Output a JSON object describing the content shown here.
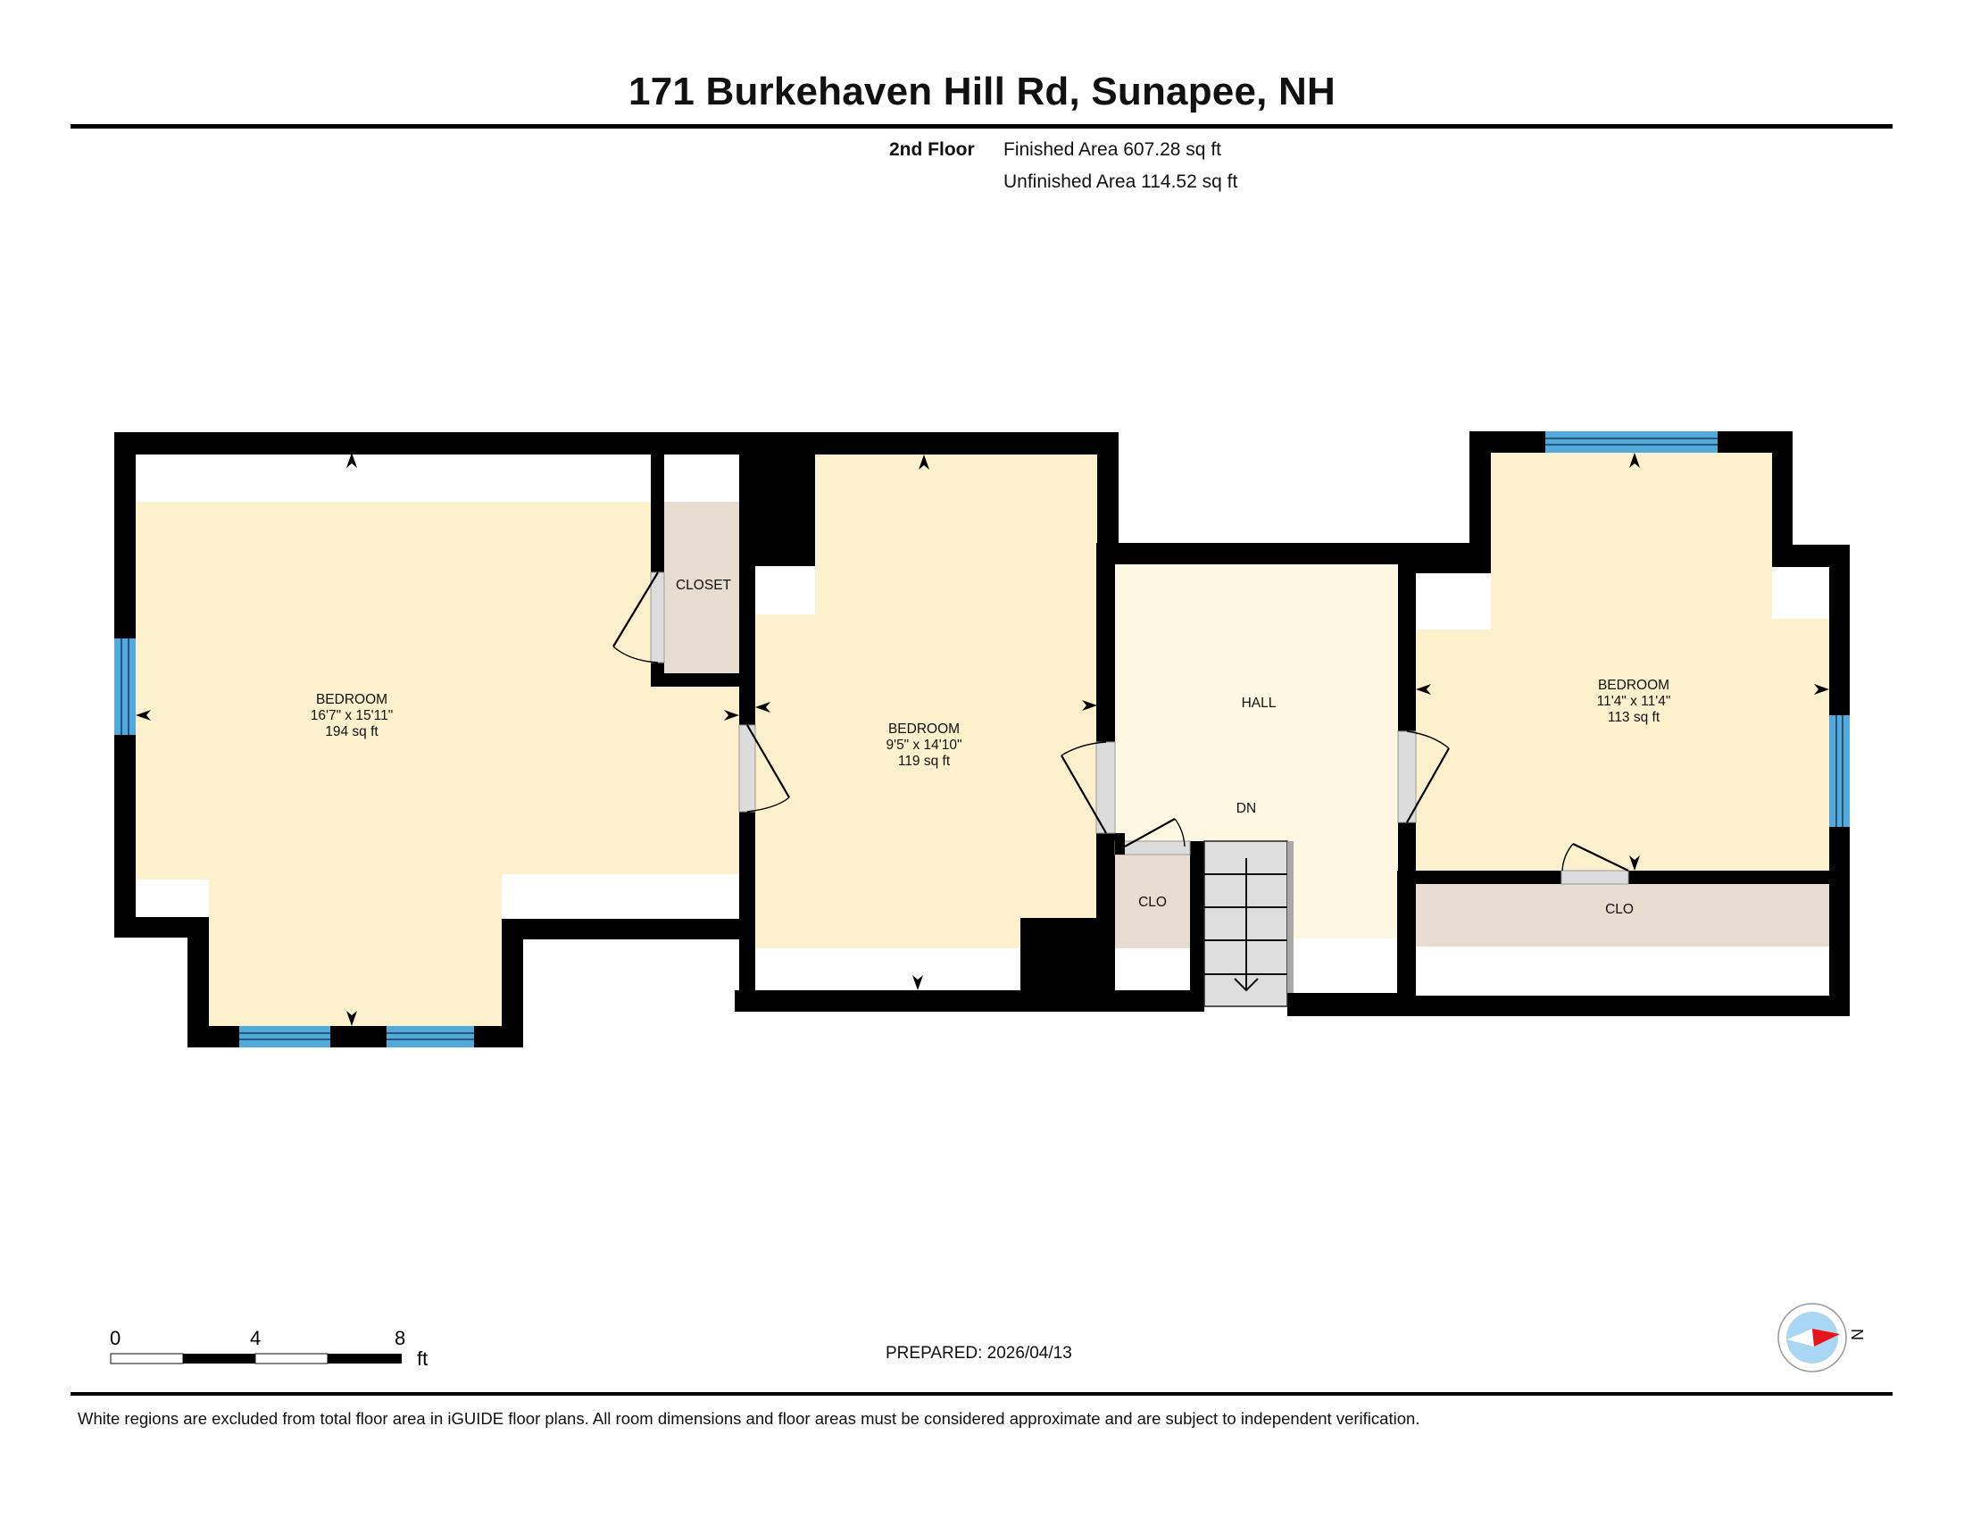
{
  "header": {
    "title": "171 Burkehaven Hill Rd, Sunapee, NH",
    "floor_name": "2nd Floor",
    "finished_area": "Finished Area 607.28 sq ft",
    "unfinished_area": "Unfinished Area 114.52 sq ft"
  },
  "rooms": [
    {
      "name": "BEDROOM",
      "dims": "16'7\" x 15'11\"",
      "area": "194 sq ft"
    },
    {
      "name": "BEDROOM",
      "dims": "9'5\" x 14'10\"",
      "area": "119 sq ft"
    },
    {
      "name": "BEDROOM",
      "dims": "11'4\" x 11'4\"",
      "area": "113 sq ft"
    },
    {
      "name": "HALL"
    },
    {
      "name": "CLOSET"
    },
    {
      "name": "CLO"
    },
    {
      "name": "CLO"
    }
  ],
  "stairs": {
    "label": "DN",
    "direction": "down"
  },
  "scale_bar": {
    "labels": [
      "0",
      "4",
      "8"
    ],
    "unit": "ft"
  },
  "compass": {
    "label": "N",
    "icon": "compass-icon"
  },
  "prepared": "PREPARED: 2026/04/13",
  "footer": {
    "disclaimer": "White regions are excluded from total floor area in iGUIDE floor plans. All room dimensions and floor areas must be considered approximate and are subject to independent verification."
  },
  "colors": {
    "room_fill": "#fdf0cd",
    "hall_fill": "#fef7e2",
    "closet_fill": "#e6ddd0",
    "wall": "#000000",
    "window": "#53a8dc",
    "door": "#dcdcdc",
    "compass_red": "#e8141b",
    "compass_blue": "#a9d6f3"
  }
}
